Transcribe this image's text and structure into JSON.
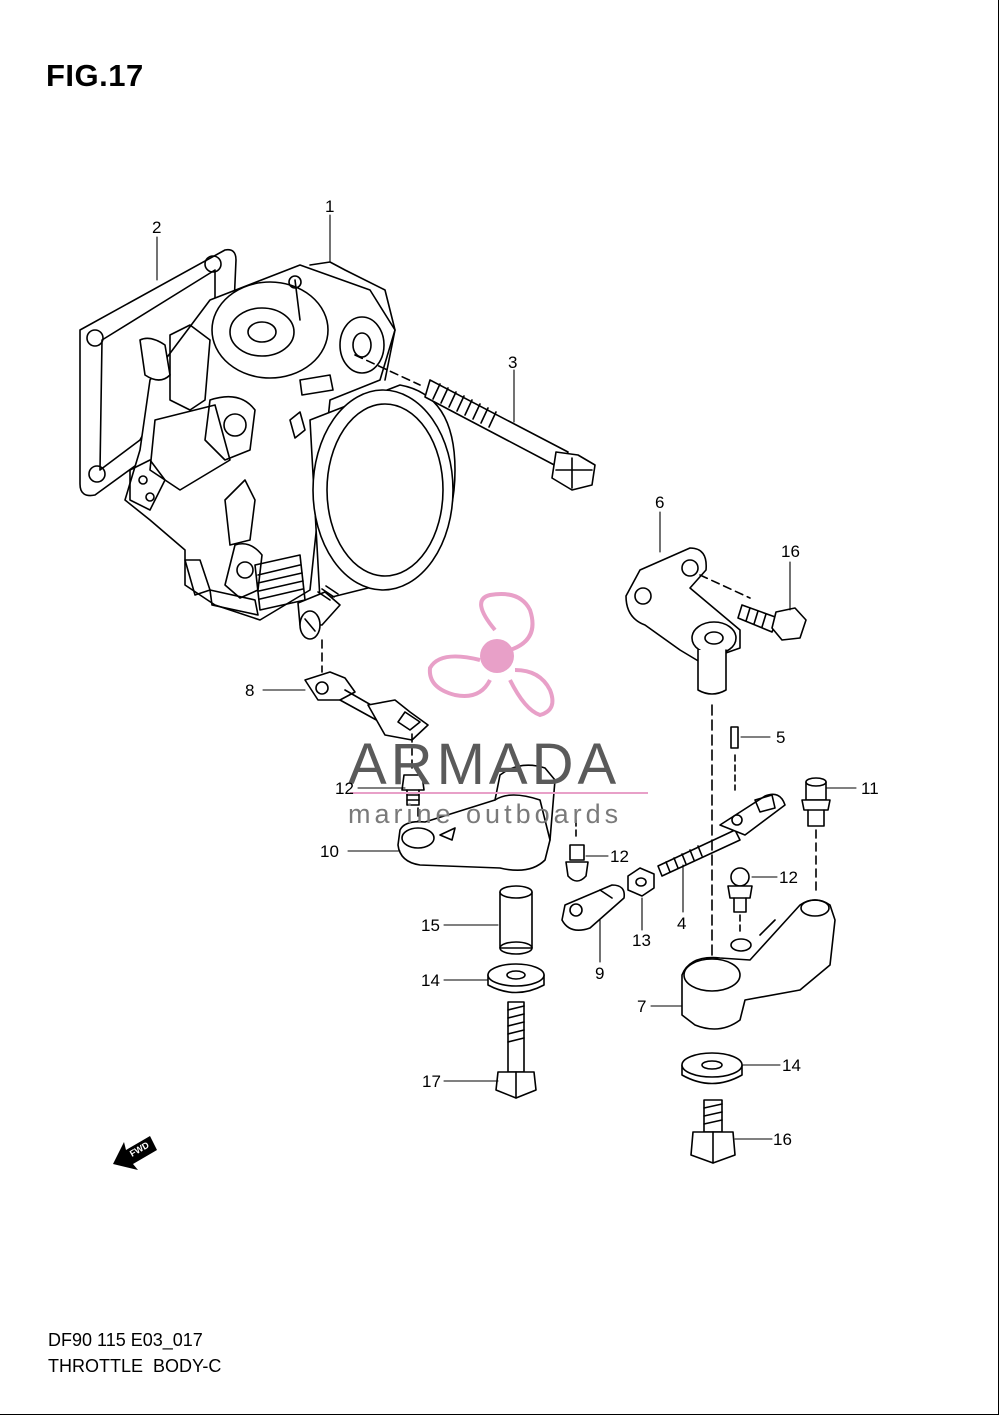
{
  "figure": {
    "title": "FIG.17"
  },
  "footer": {
    "code": "DF90 115 E03_017",
    "name": "THROTTLE  BODY-C"
  },
  "watermark": {
    "brand": "ARMADA",
    "tagline": "marine outboards",
    "accent_color": "#e8a0c8"
  },
  "fwd_arrow": {
    "label": "FWD"
  },
  "callouts": [
    "1",
    "2",
    "3",
    "4",
    "5",
    "6",
    "7",
    "8",
    "9",
    "10",
    "11",
    "12",
    "12",
    "12",
    "13",
    "14",
    "14",
    "15",
    "16",
    "16",
    "17"
  ],
  "colors": {
    "line": "#000000",
    "background": "#ffffff"
  }
}
